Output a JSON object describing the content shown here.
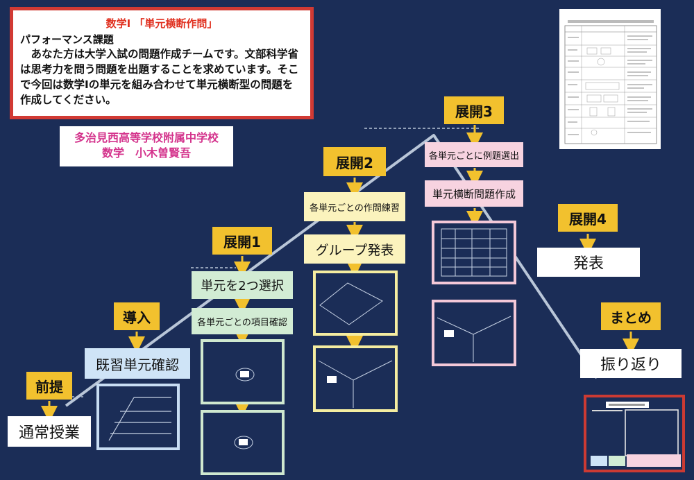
{
  "task": {
    "title": "数学Ⅰ 「単元横断作問」",
    "subtitle": "パフォーマンス課題",
    "body": "あなた方は大学入試の問題作成チームです。文部科学省は思考力を問う問題を出題することを求めています。そこで今回は数学Ⅰの単元を組み合わせて単元横断型の問題を作成してください。"
  },
  "school": {
    "name": "多治見西高等学校附属中学校",
    "author": "数学　小木曽賢吾"
  },
  "stages": {
    "premise": {
      "label": "前提",
      "activity": "通常授業"
    },
    "intro": {
      "label": "導入",
      "activity": "既習単元確認"
    },
    "dev1": {
      "label": "展開1",
      "step1": "単元を2つ選択",
      "step2": "各単元ごとの項目確認"
    },
    "dev2": {
      "label": "展開2",
      "step1": "各単元ごとの作問練習",
      "step2": "グループ発表"
    },
    "dev3": {
      "label": "展開3",
      "step1": "各単元ごとに例題選出",
      "step2": "単元横断問題作成"
    },
    "dev4": {
      "label": "展開4",
      "activity": "発表"
    },
    "summary": {
      "label": "まとめ",
      "activity": "振り返り"
    }
  },
  "colors": {
    "background": "#1b2d57",
    "stage": "#f2c12e",
    "task_border": "#d13a34",
    "author_text": "#d4338c",
    "path": "#b9c6d8"
  }
}
